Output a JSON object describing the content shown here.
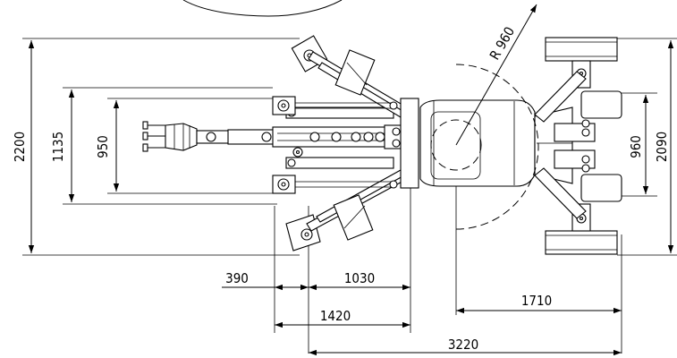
{
  "drawing": {
    "dimensions": {
      "radius": "R 960",
      "overall_width": "2200",
      "track_width_outer": "1135",
      "track_width_inner": "950",
      "rear_outrigger_inner": "960",
      "rear_outrigger_outer": "2090",
      "boom_offset": "390",
      "boom_to_turret": "1030",
      "boom_length": "1420",
      "turret_to_rear": "1710",
      "overall_length": "3220"
    }
  }
}
